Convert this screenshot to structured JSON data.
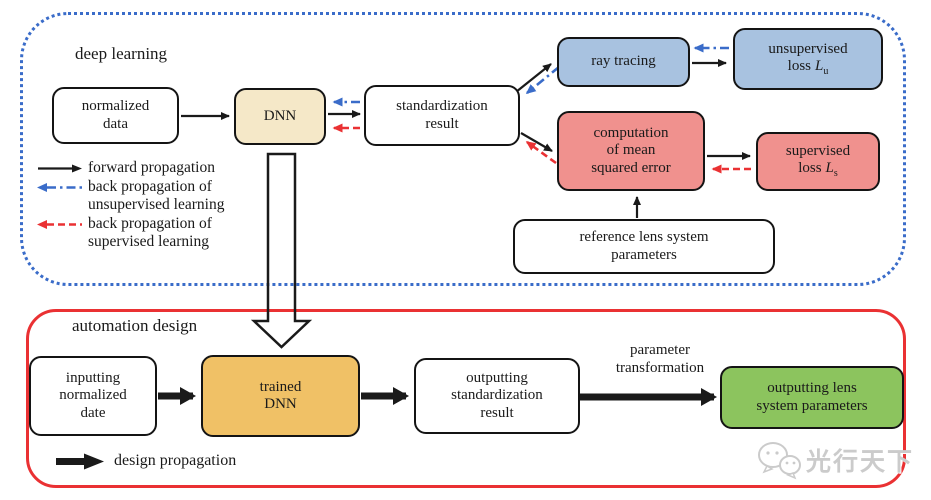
{
  "colors": {
    "ink": "#1a1a1a",
    "box_border": "#141414",
    "blue_box": "#a8c2e0",
    "pink_box": "#f0918e",
    "cream_box": "#f5e8c8",
    "gold_box": "#f0c166",
    "green_box": "#8cc45e",
    "blue_accent": "#3a6cc9",
    "red_accent": "#ea3133",
    "frame_red": "#ea3133",
    "watermark_gray": "#cbcbcb"
  },
  "deep_learning": {
    "title": "deep learning",
    "normalized_data": {
      "lines": [
        "normalized",
        "data"
      ]
    },
    "dnn": {
      "label": "DNN"
    },
    "standardization": {
      "lines": [
        "standardization",
        "result"
      ]
    },
    "ray_tracing": {
      "label": "ray tracing"
    },
    "unsupervised_loss": {
      "line1": "unsupervised",
      "line2": "loss",
      "symbol": "L",
      "sub": "u"
    },
    "computation": {
      "lines": [
        "computation",
        "of mean",
        "squared error"
      ]
    },
    "supervised_loss": {
      "line1": "supervised",
      "line2": "loss",
      "symbol": "L",
      "sub": "s"
    },
    "reference": {
      "lines": [
        "reference lens system",
        "parameters"
      ]
    },
    "legend": {
      "forward": "forward propagation",
      "back_unsup_1": "back propagation of",
      "back_unsup_2": "unsupervised learning",
      "back_sup_1": "back propagation of",
      "back_sup_2": "supervised learning"
    }
  },
  "automation_design": {
    "title": "automation design",
    "inputting": {
      "lines": [
        "inputting",
        "normalized",
        "date"
      ]
    },
    "trained_dnn": {
      "lines": [
        "trained",
        "DNN"
      ]
    },
    "outputting_std": {
      "lines": [
        "outputting",
        "standardization",
        "result"
      ]
    },
    "param_transform": {
      "lines": [
        "parameter",
        "transformation"
      ]
    },
    "outputting_lens": {
      "lines": [
        "outputting lens",
        "system parameters"
      ]
    },
    "legend": {
      "design": "design propagation"
    }
  },
  "watermark": {
    "text": "光行天下"
  }
}
